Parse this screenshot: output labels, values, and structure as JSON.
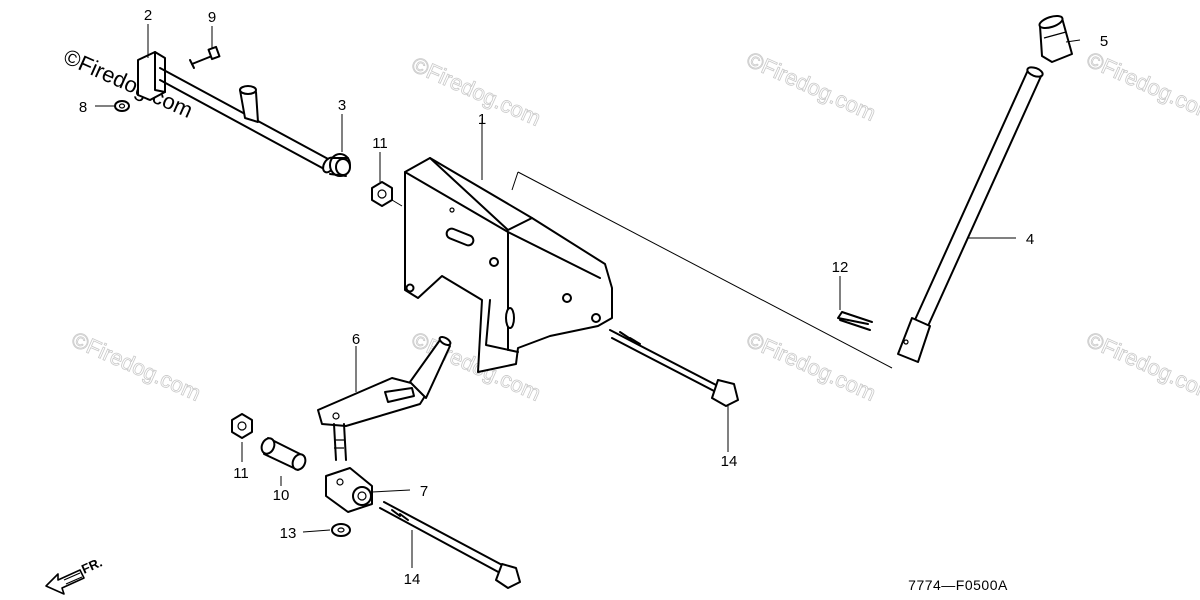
{
  "watermark_text": "©Firedog.com",
  "diagram_code": "7774—F0500A",
  "front_indicator": "FR.",
  "callouts": [
    "1",
    "2",
    "3",
    "4",
    "5",
    "6",
    "7",
    "8",
    "9",
    "10",
    "11",
    "11",
    "12",
    "13",
    "14",
    "14"
  ]
}
